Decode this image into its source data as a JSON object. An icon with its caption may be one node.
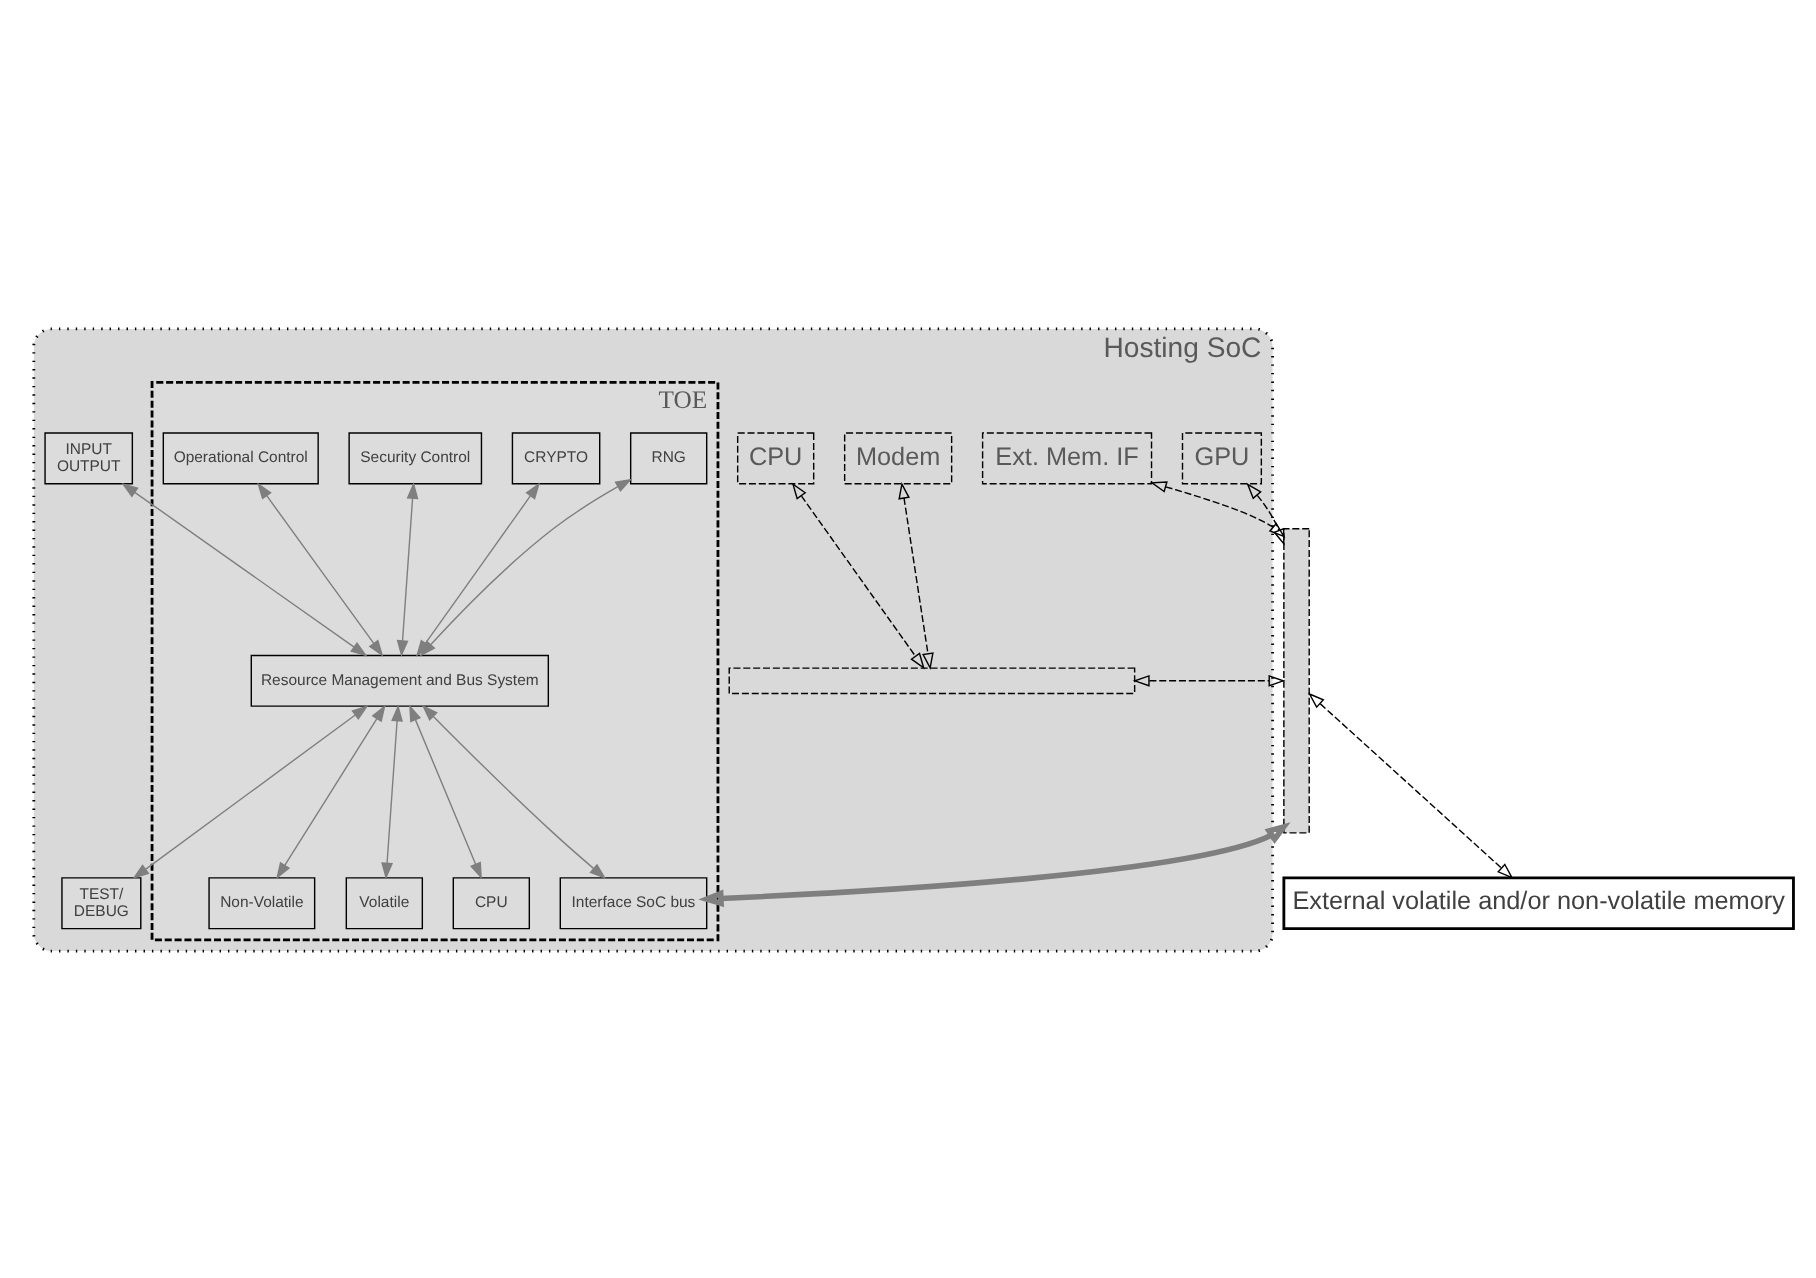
{
  "diagram": {
    "nodes": [
      {
        "text": [
          "Hosting SoC"
        ]
      },
      {
        "text": [
          "Modem"
        ],
        "in": 0
      },
      {
        "text": [
          "CPU"
        ],
        "in": 0
      },
      {
        "text": [],
        "shape": "bar",
        "in": 0
      },
      {
        "text": [
          "GPU"
        ],
        "in": 0
      },
      {
        "text": [
          "Ext. Mem. IF"
        ],
        "in": 0
      },
      {
        "text": [],
        "shape": "bar"
      },
      {
        "text": [
          "TOE"
        ],
        "in": 0
      },
      {
        "text": [
          "INPUT",
          "OUTPUT"
        ],
        "in": 0
      },
      {
        "text": [
          "RNG"
        ],
        "in": 7
      },
      {
        "text": [
          "CRYPTO"
        ],
        "in": 7
      },
      {
        "text": [
          "Security Control"
        ],
        "in": 7
      },
      {
        "text": [
          "Operational Control"
        ],
        "in": 7
      },
      {
        "text": [
          "Resource Management and Bus System"
        ],
        "in": 7
      },
      {
        "text": [
          "Interface SoC bus"
        ],
        "in": 7
      },
      {
        "text": [
          "Non-Volatile"
        ],
        "in": 7
      },
      {
        "text": [
          "Volatile"
        ],
        "in": 7
      },
      {
        "text": [
          "CPU"
        ],
        "in": 7
      },
      {
        "text": [
          "TEST/",
          "DEBUG"
        ],
        "in": 0
      },
      {
        "text": [
          "External volatile and/or non-volatile memory"
        ]
      }
    ],
    "edges": [
      {
        "from": 1,
        "to": 3,
        "arrow": "both",
        "style": "dashed",
        "color": "#000000"
      },
      {
        "from": 2,
        "to": 3,
        "arrow": "both",
        "style": "dashed",
        "color": "#000000"
      },
      {
        "from": 3,
        "to": 6,
        "arrow": "both",
        "style": "dashed",
        "color": "#000000"
      },
      {
        "from": 4,
        "to": 6,
        "arrow": "both",
        "style": "dashed",
        "color": "#000000"
      },
      {
        "from": 5,
        "to": 6,
        "arrow": "both",
        "style": "dashed",
        "color": "#000000"
      },
      {
        "from": 6,
        "to": 19,
        "arrow": "both",
        "style": "dashed",
        "color": "#000000"
      },
      {
        "from": 6,
        "to": 14,
        "arrow": "both",
        "style": "thick"
      },
      {
        "from": 9,
        "to": 13,
        "arrow": "both"
      },
      {
        "from": 10,
        "to": 13,
        "arrow": "both"
      },
      {
        "from": 11,
        "to": 13,
        "arrow": "both"
      },
      {
        "from": 12,
        "to": 13,
        "arrow": "both"
      },
      {
        "from": 8,
        "to": 13,
        "arrow": "both"
      },
      {
        "from": 13,
        "to": 18,
        "arrow": "both"
      },
      {
        "from": 13,
        "to": 14,
        "arrow": "both"
      },
      {
        "from": 13,
        "to": 15,
        "arrow": "both"
      },
      {
        "from": 13,
        "to": 16,
        "arrow": "both"
      },
      {
        "from": 13,
        "to": 17,
        "arrow": "both"
      }
    ]
  }
}
